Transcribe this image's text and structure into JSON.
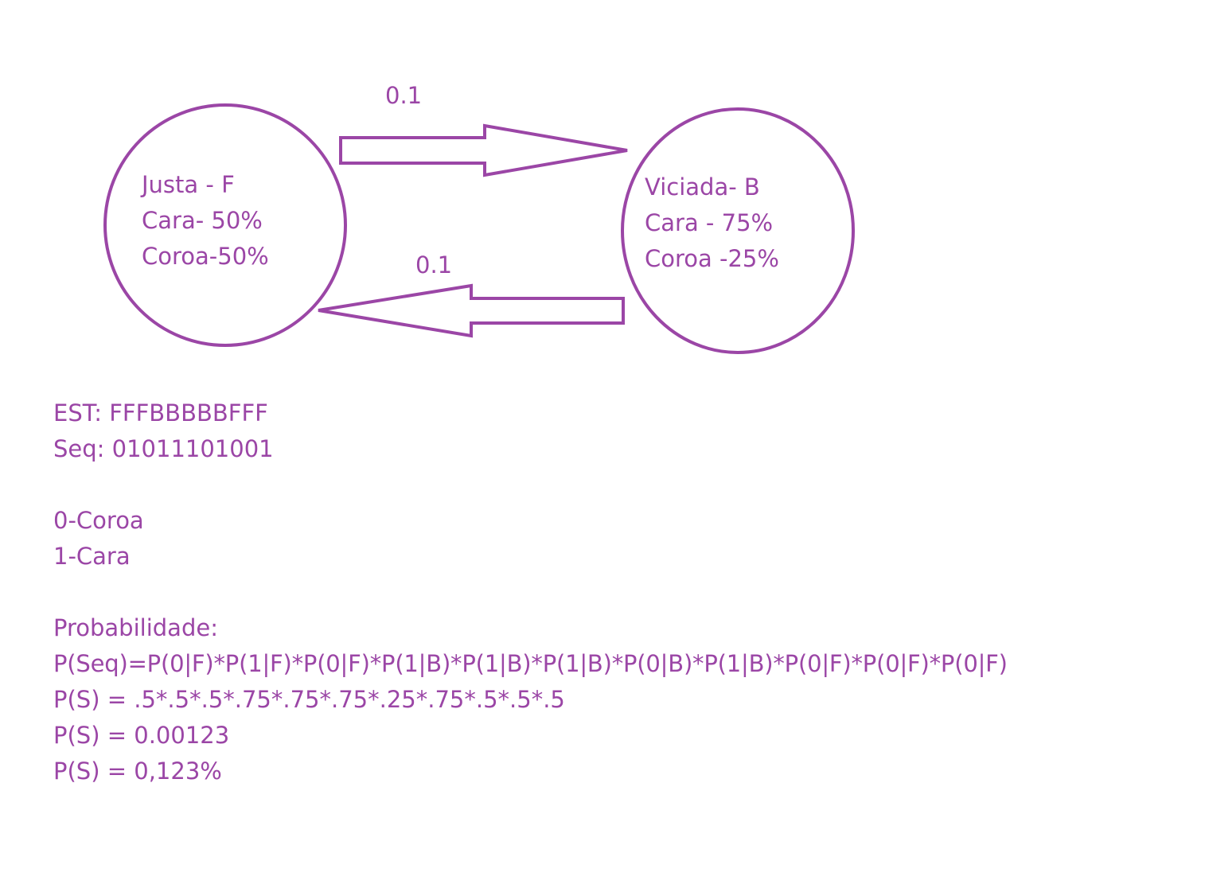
{
  "diagram": {
    "stroke_color": "#9b46a6",
    "nodes": [
      {
        "id": "fair",
        "lines": [
          "Justa - F",
          "Cara- 50%",
          "Coroa-50%"
        ]
      },
      {
        "id": "biased",
        "lines": [
          "Viciada- B",
          "Cara - 75%",
          "Coroa -25%"
        ]
      }
    ],
    "edges": [
      {
        "from": "fair",
        "to": "biased",
        "label": "0.1"
      },
      {
        "from": "biased",
        "to": "fair",
        "label": "0.1"
      }
    ]
  },
  "notes": {
    "est": "EST: FFFBBBBBFFF",
    "seq": "Seq: 01011101001",
    "legend_0": "0-Coroa",
    "legend_1": "1-Cara",
    "prob_heading": "Probabilidade:",
    "formula": "P(Seq)=P(0|F)*P(1|F)*P(0|F)*P(1|B)*P(1|B)*P(1|B)*P(0|B)*P(1|B)*P(0|F)*P(0|F)*P(0|F)",
    "product": "P(S) = .5*.5*.5*.75*.75*.75*.25*.75*.5*.5*.5",
    "result_decimal": "P(S) = 0.00123",
    "result_percent": "P(S) = 0,123%"
  }
}
